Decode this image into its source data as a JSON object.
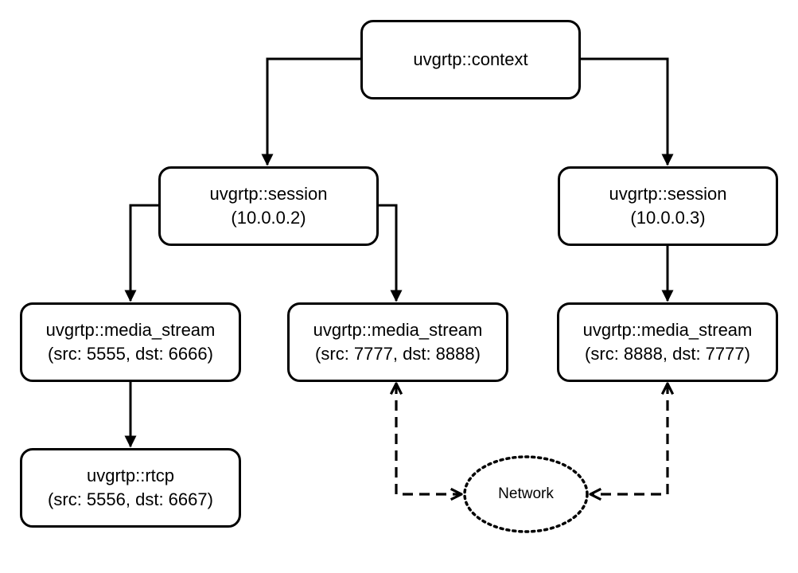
{
  "nodes": {
    "context": {
      "line1": "uvgrtp::context"
    },
    "session_a": {
      "line1": "uvgrtp::session",
      "line2": "(10.0.0.2)"
    },
    "session_b": {
      "line1": "uvgrtp::session",
      "line2": "(10.0.0.3)"
    },
    "stream_a1": {
      "line1": "uvgrtp::media_stream",
      "line2": "(src: 5555, dst: 6666)"
    },
    "stream_a2": {
      "line1": "uvgrtp::media_stream",
      "line2": "(src: 7777, dst: 8888)"
    },
    "stream_b1": {
      "line1": "uvgrtp::media_stream",
      "line2": "(src: 8888, dst: 7777)"
    },
    "rtcp": {
      "line1": "uvgrtp::rtcp",
      "line2": "(src: 5556, dst: 6667)"
    }
  },
  "network": {
    "label": "Network"
  },
  "edges": [
    {
      "from": "context",
      "to": "session_a",
      "style": "solid"
    },
    {
      "from": "context",
      "to": "session_b",
      "style": "solid"
    },
    {
      "from": "session_a",
      "to": "stream_a1",
      "style": "solid"
    },
    {
      "from": "session_a",
      "to": "stream_a2",
      "style": "solid"
    },
    {
      "from": "session_b",
      "to": "stream_b1",
      "style": "solid"
    },
    {
      "from": "stream_a1",
      "to": "rtcp",
      "style": "solid"
    },
    {
      "from": "stream_a2",
      "to": "network",
      "style": "dashed-bidirectional"
    },
    {
      "from": "stream_b1",
      "to": "network",
      "style": "dashed-bidirectional"
    }
  ]
}
